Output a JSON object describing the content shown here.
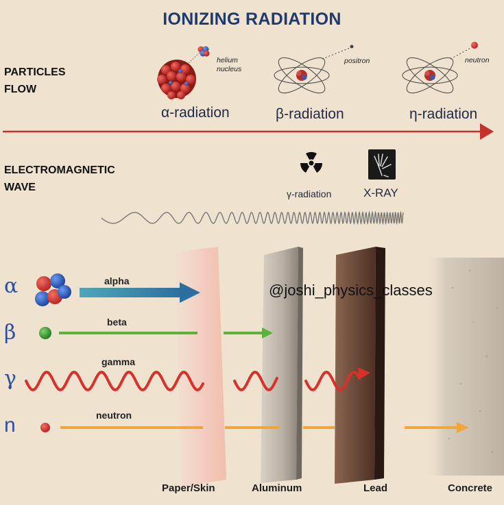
{
  "title": "IONIZING RADIATION",
  "particles": {
    "label_line1": "PARTICLES",
    "label_line2": "FLOW",
    "alpha": {
      "caption_line1": "helium",
      "caption_line2": "nucleus",
      "label": "α-radiation"
    },
    "beta": {
      "caption": "positron",
      "label": "β-radiation"
    },
    "eta": {
      "caption": "neutron",
      "label": "η-radiation"
    }
  },
  "em_wave": {
    "label_line1": "ELECTROMAGNETIC",
    "label_line2": "WAVE",
    "gamma_label": "γ-radiation",
    "xray_label": "X-RAY",
    "gamma_icon": "radiation-trefoil-icon",
    "xray_icon": "hand-xray-icon"
  },
  "penetration": {
    "rows": [
      {
        "symbol": "α",
        "name": "alpha"
      },
      {
        "symbol": "β",
        "name": "beta"
      },
      {
        "symbol": "γ",
        "name": "gamma"
      },
      {
        "symbol": "n",
        "name": "neutron"
      }
    ],
    "shields": [
      "Paper/Skin",
      "Aluminum",
      "Lead",
      "Concrete"
    ]
  },
  "watermark": "@joshi_physics_classes",
  "colors": {
    "background": "#efe3cf",
    "title": "#1f3a6e",
    "arrow_red": "#c8302c",
    "alpha_beam": "#3d8fa8",
    "beta_beam": "#5ab23a",
    "gamma_wave": "#d8302a",
    "neutron_beam": "#f0a63a",
    "greek": "#2d4fa0"
  }
}
